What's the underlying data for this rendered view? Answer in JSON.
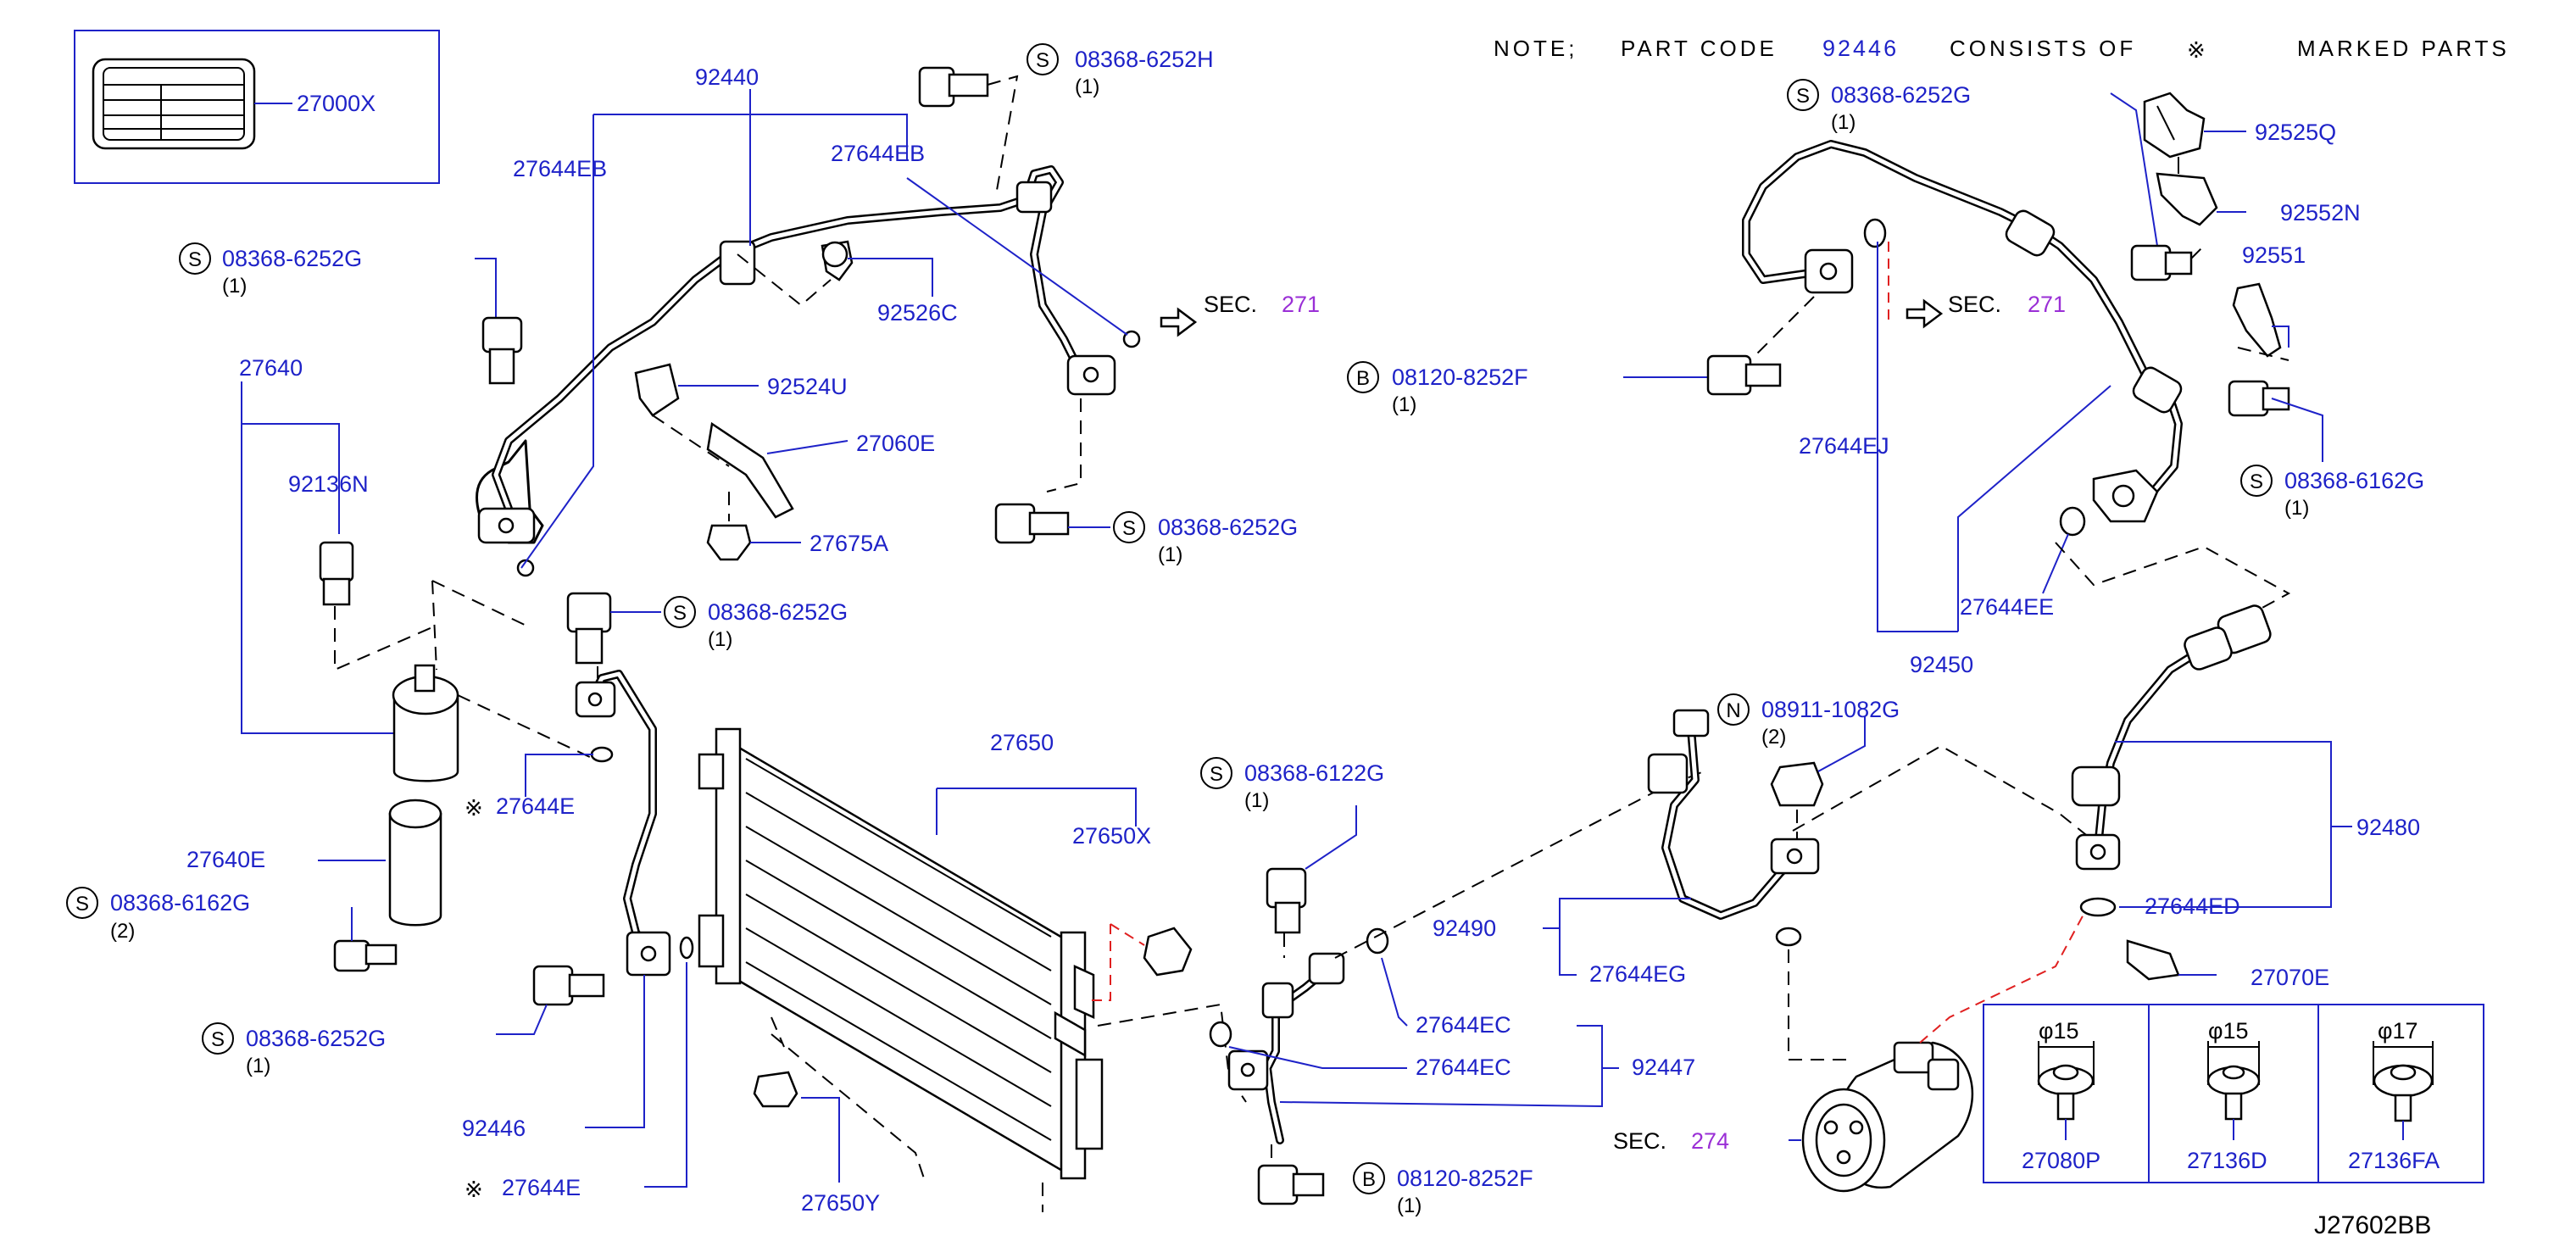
{
  "note": {
    "prefix": "NOTE;",
    "part_code_label": "PART CODE",
    "part_code": "92446",
    "consists_of": "CONSISTS OF",
    "symbol": "※",
    "marked_parts": "MARKED PARTS"
  },
  "diagram_id": "J27602BB",
  "sec_label": "SEC.",
  "parts": {
    "p27000X": "27000X",
    "p92440": "92440",
    "p27644EB_a": "27644EB",
    "p27644EB_b": "27644EB",
    "p08368_6252H": "08368-6252H",
    "p08368_6252G_tl": "08368-6252G",
    "p92526C": "92526C",
    "p27640": "27640",
    "p92524U": "92524U",
    "p27060E": "27060E",
    "p92136N": "92136N",
    "p27675A": "27675A",
    "p08368_6252G_mid": "08368-6252G",
    "p08368_6252G_c": "08368-6252G",
    "p27644E_a": "27644E",
    "p27640E": "27640E",
    "p08368_6162G_l": "08368-6162G",
    "p27650": "27650",
    "p27650X": "27650X",
    "p08368_6122G": "08368-6122G",
    "p08368_6252G_bl": "08368-6252G",
    "p92446": "92446",
    "p27644E_b": "27644E",
    "p27650Y": "27650Y",
    "p08120_8252F_top": "08120-8252F",
    "p08120_8252F_bot": "08120-8252F",
    "p92490": "92490",
    "p27644EC_a": "27644EC",
    "p27644EC_b": "27644EC",
    "p92447": "92447",
    "p27644EG": "27644EG",
    "p08911_1082G": "08911-1082G",
    "p08368_6252G_tr": "08368-6252G",
    "p92525Q": "92525Q",
    "p92552N": "92552N",
    "p92551": "92551",
    "p08368_6162G_r": "08368-6162G",
    "p27644EJ": "27644EJ",
    "p27644EE": "27644EE",
    "p92450": "92450",
    "p92480": "92480",
    "p27644ED": "27644ED",
    "p27070E": "27070E",
    "p27080P": "27080P",
    "p27136D": "27136D",
    "p27136FA": "27136FA"
  },
  "sections": {
    "sec271_a": "271",
    "sec271_b": "271",
    "sec274": "274"
  },
  "quantities": {
    "q1": "(1)",
    "q2": "(2)"
  },
  "badges": {
    "S": "S",
    "B": "B",
    "N": "N"
  },
  "clips": {
    "c1_dia": "φ15",
    "c2_dia": "φ15",
    "c3_dia": "φ17"
  },
  "colors": {
    "part_number": "#1e22c8",
    "section_number": "#9a2fd6",
    "leader": "#1e22c8",
    "hidden_line": "#e02020"
  }
}
